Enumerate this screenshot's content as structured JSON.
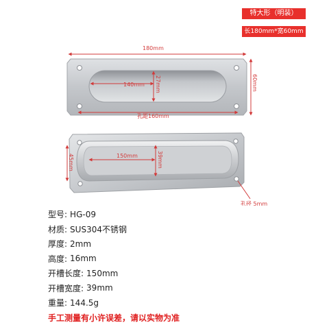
{
  "badges": {
    "size_label": "特大形（明装）",
    "size_detail": "长180mm*宽60mm"
  },
  "dimensions": {
    "total_length": "180mm",
    "height": "60mm",
    "top_slot_length": "140mm",
    "top_slot_width": "27mm",
    "hole_spacing": "孔距160mm",
    "bottom_slot_length": "150mm",
    "bottom_slot_width": "39mm",
    "bottom_height": "45mm",
    "hole_diameter": "孔径 5mm"
  },
  "specs": [
    {
      "label": "型号:",
      "value": "HG-09"
    },
    {
      "label": "材质:",
      "value": "SUS304不锈钢"
    },
    {
      "label": "厚度:",
      "value": "2mm"
    },
    {
      "label": "高度:",
      "value": "16mm"
    },
    {
      "label": "开槽长度:",
      "value": "150mm"
    },
    {
      "label": "开槽宽度:",
      "value": "39mm"
    },
    {
      "label": "重量:",
      "value": "144.5g"
    }
  ],
  "note": "手工测量有小许误差，请以实物为准",
  "colors": {
    "accent": "#e8302c",
    "dimension": "#d23a3a",
    "steel": "#c9ccd0"
  }
}
